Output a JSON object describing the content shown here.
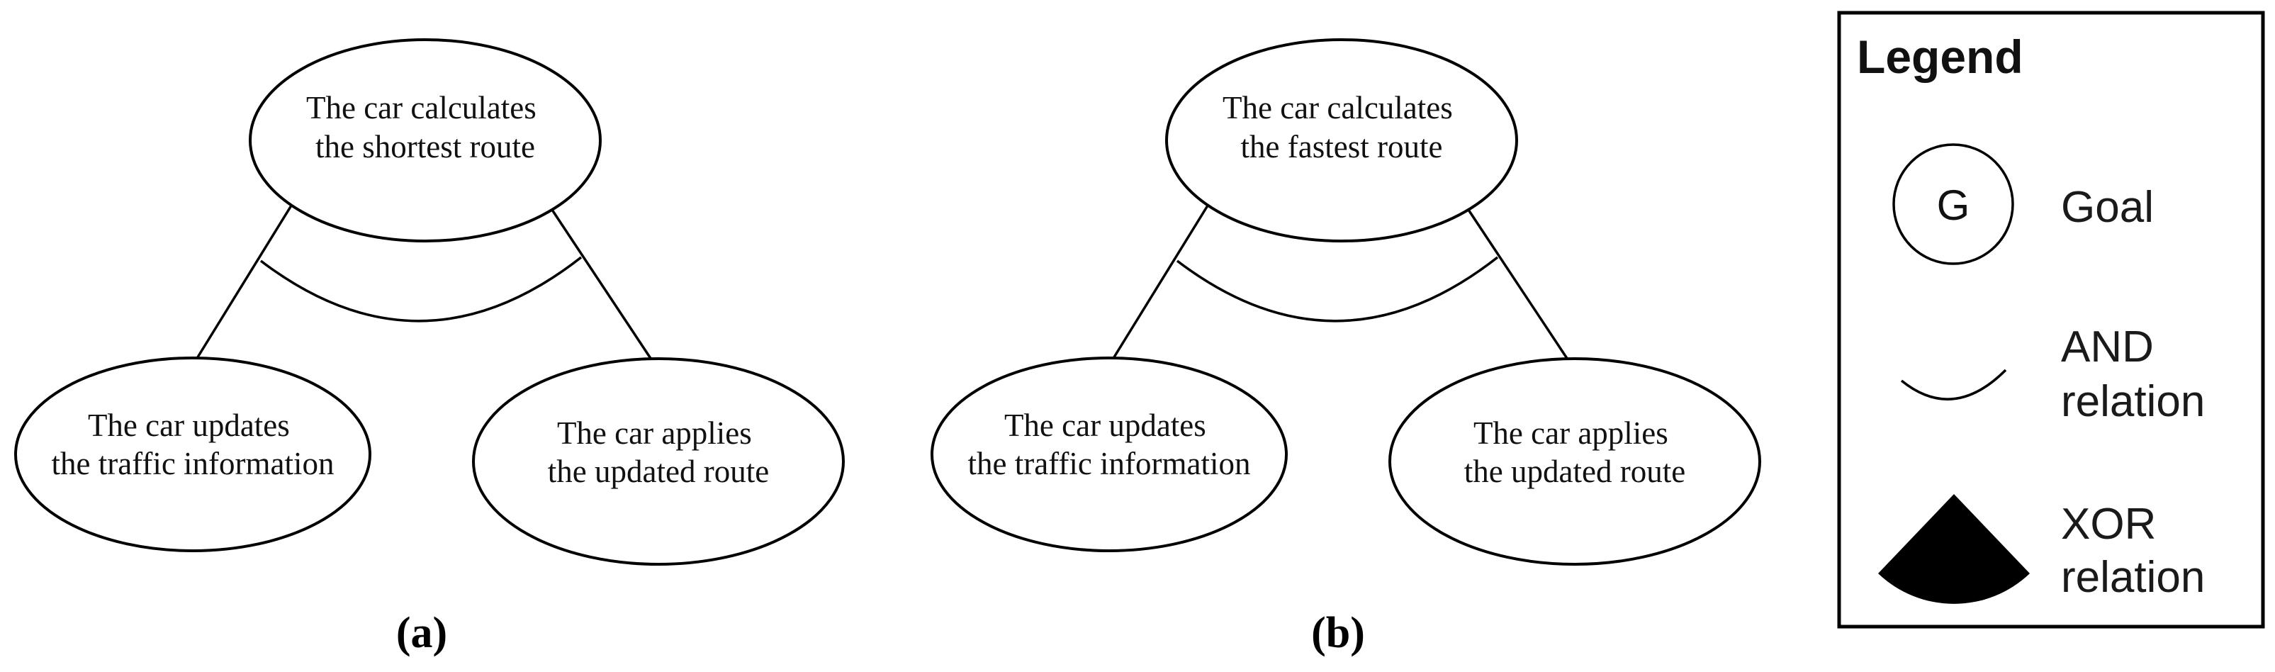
{
  "figure": {
    "background_color": "#ffffff",
    "line_color": "#000000",
    "xor_fill_color": "#000000",
    "description": "Two goal-model diagrams (a) and (b) with an AND-decomposition arc, plus a legend"
  },
  "diagrams": [
    {
      "caption": "(a)",
      "relation": "AND",
      "nodes": {
        "root": {
          "lines": [
            "The car calculates",
            "the shortest route"
          ]
        },
        "left": {
          "lines": [
            "The car updates",
            "the traffic information"
          ]
        },
        "right": {
          "lines": [
            "The car applies",
            "the updated route"
          ]
        }
      }
    },
    {
      "caption": "(b)",
      "relation": "AND",
      "nodes": {
        "root": {
          "lines": [
            "The car calculates",
            "the fastest route"
          ]
        },
        "left": {
          "lines": [
            "The car updates",
            "the traffic information"
          ]
        },
        "right": {
          "lines": [
            "The car applies",
            "the updated route"
          ]
        }
      }
    }
  ],
  "legend": {
    "title": "Legend",
    "items": [
      {
        "symbol": "goal-circle-icon",
        "symbol_letter": "G",
        "label_lines": [
          "Goal",
          ""
        ]
      },
      {
        "symbol": "and-arc-icon",
        "label_lines": [
          "AND",
          "relation"
        ]
      },
      {
        "symbol": "xor-sector-icon",
        "label_lines": [
          "XOR",
          "relation"
        ]
      }
    ]
  }
}
